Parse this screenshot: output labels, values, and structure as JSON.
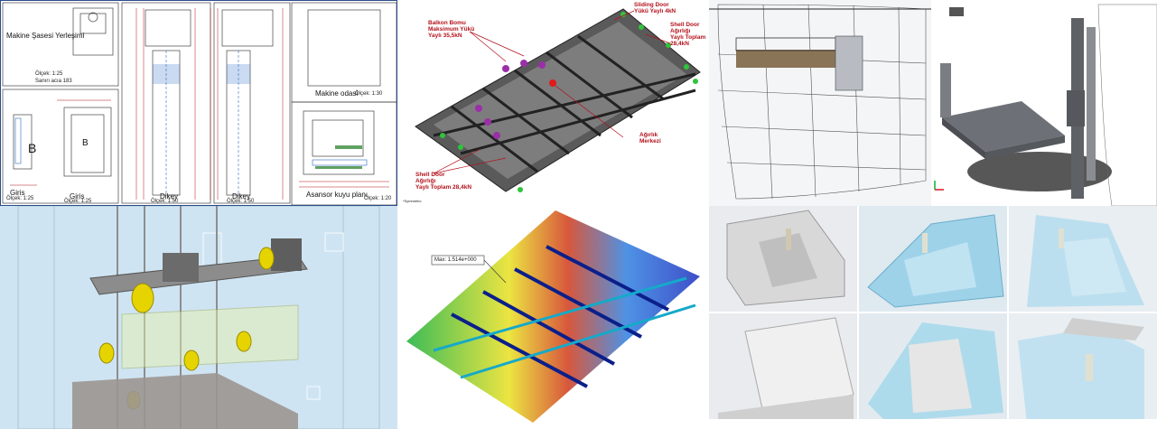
{
  "drawings": {
    "makine_title": "Makine Şasesi Yerleşimi",
    "makine_scale": "Ölçek: 1:25",
    "makine_sub": "Sanırı acıa 183",
    "giris1": "Giris",
    "giris1_scale": "Ölçek: 1:25",
    "giris2": "Giris",
    "giris2_scale": "Ölçek: 1:25",
    "dikey1": "Dikey",
    "dikey1_scale": "Ölçek: 1:50",
    "dikey2": "Dikey",
    "dikey2_scale": "Ölçek: 1:50",
    "makine_odasi": "Makine odasi",
    "makine_odasi_scale": "Ölçek: 1:30",
    "asansor": "Asansor kuyu planı",
    "asansor_scale": "Ölçek: 1:20",
    "door_letter": "B"
  },
  "frame": {
    "balkon": "Balkon Bomu\nMaksimum Yükü\nYaylı 35,5kN",
    "sliding": "Sliding Door\nYükü Yaylı 4kN",
    "shell_right": "Shell Door\nAğırlığı\nYaylı Toplam\n28,4kN",
    "agirlik": "Ağırlık\nMerkezi",
    "shell_left": "Shell Door\nAğırlığı\nYaylı Toplam 28,4kN",
    "footer": "*Symmetric"
  },
  "fea": {
    "max_label": "Max: 1.514e+000"
  },
  "colors": {
    "border": "#2a4c8a",
    "annotation": "#b3121c",
    "shaft_bg": "#cfe4f2"
  }
}
